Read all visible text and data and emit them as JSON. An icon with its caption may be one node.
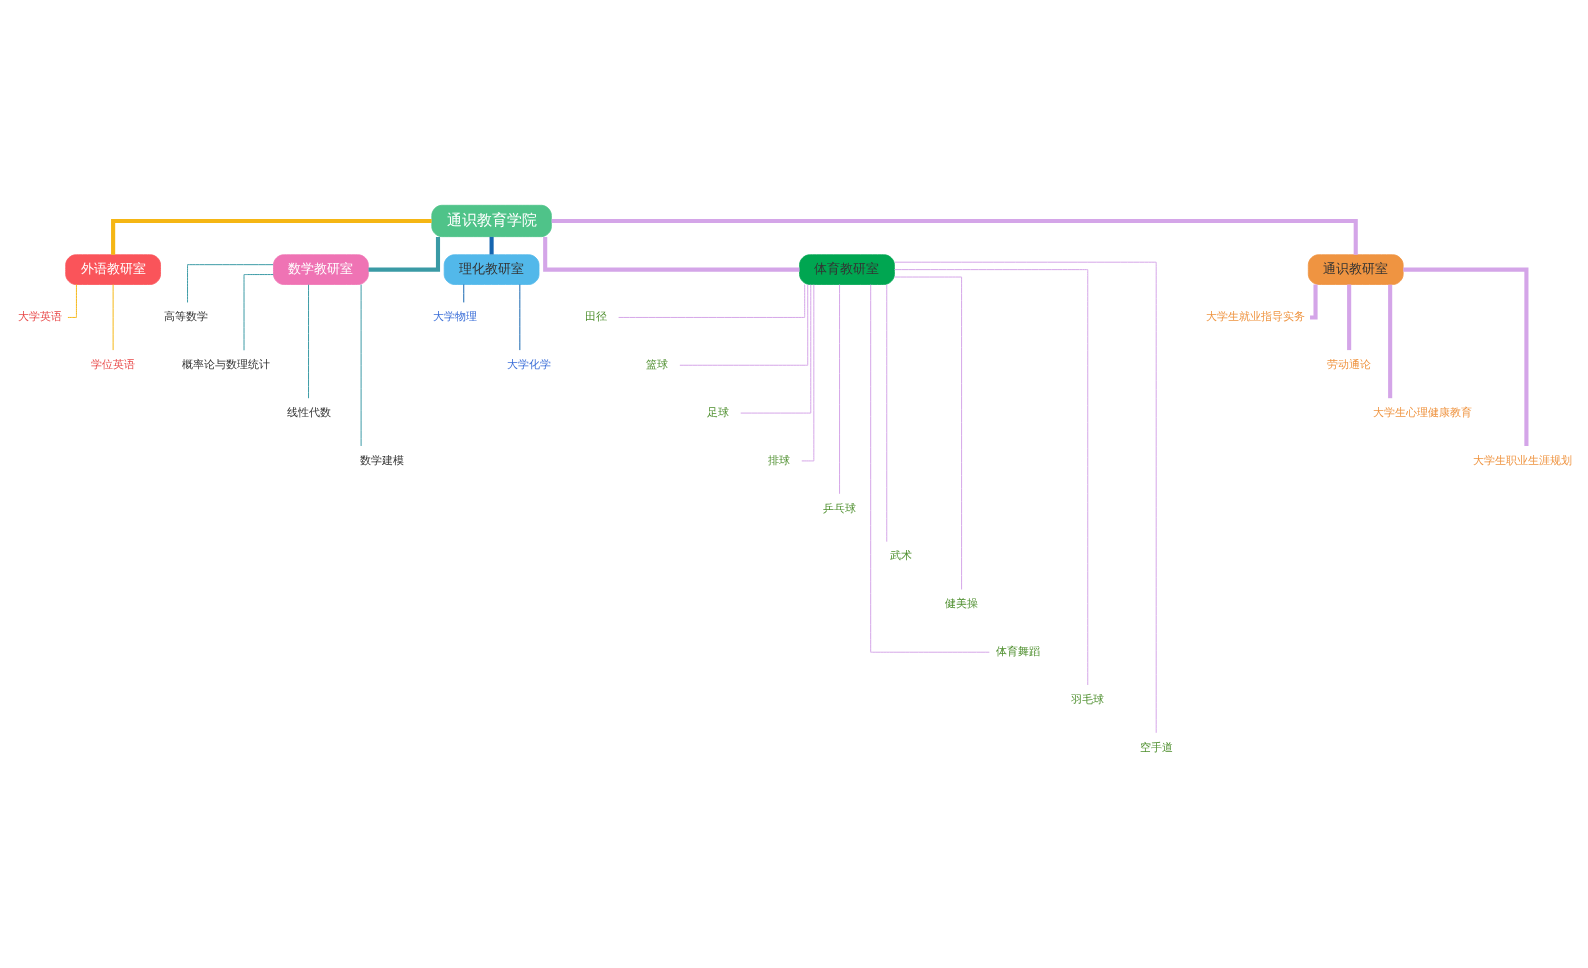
{
  "diagram": {
    "nodes": [
      {
        "text": [
          "通识教育学院"
        ]
      },
      {
        "text": [
          "外语教研室"
        ]
      },
      {
        "text": [
          "数学教研室"
        ]
      },
      {
        "text": [
          "理化教研室"
        ]
      },
      {
        "text": [
          "体育教研室"
        ]
      },
      {
        "text": [
          "通识教研室"
        ]
      },
      {
        "text": [
          "大学英语"
        ]
      },
      {
        "text": [
          "学位英语"
        ]
      },
      {
        "text": [
          "高等数学"
        ]
      },
      {
        "text": [
          "概率论与数理统计"
        ]
      },
      {
        "text": [
          "线性代数"
        ]
      },
      {
        "text": [
          "数学建模"
        ]
      },
      {
        "text": [
          "大学物理"
        ]
      },
      {
        "text": [
          "大学化学"
        ]
      },
      {
        "text": [
          "田径"
        ]
      },
      {
        "text": [
          "篮球"
        ]
      },
      {
        "text": [
          "足球"
        ]
      },
      {
        "text": [
          "排球"
        ]
      },
      {
        "text": [
          "乒乓球"
        ]
      },
      {
        "text": [
          "武术"
        ]
      },
      {
        "text": [
          "健美操"
        ]
      },
      {
        "text": [
          "体育舞蹈"
        ]
      },
      {
        "text": [
          "羽毛球"
        ]
      },
      {
        "text": [
          "空手道"
        ]
      },
      {
        "text": [
          "大学生就业指导实务"
        ]
      },
      {
        "text": [
          "劳动通论"
        ]
      },
      {
        "text": [
          "大学生心理健康教育"
        ]
      },
      {
        "text": [
          "大学生职业生涯规划"
        ]
      }
    ],
    "edges": [
      {
        "from": 0,
        "to": 1,
        "arrow": "none",
        "style": "thick",
        "color": "#f5b614"
      },
      {
        "from": 0,
        "to": 2,
        "arrow": "none",
        "style": "thick",
        "color": "#3a9aa5"
      },
      {
        "from": 0,
        "to": 3,
        "arrow": "none",
        "style": "thick",
        "color": "#1565b0"
      },
      {
        "from": 0,
        "to": 4,
        "arrow": "none",
        "style": "thick",
        "color": "#d4a5e8"
      },
      {
        "from": 0,
        "to": 5,
        "arrow": "none",
        "style": "thick",
        "color": "#d4a5e8"
      },
      {
        "from": 1,
        "to": 6,
        "arrow": "none",
        "color": "#f5b614"
      },
      {
        "from": 1,
        "to": 7,
        "arrow": "none",
        "color": "#f5b614"
      },
      {
        "from": 2,
        "to": 8,
        "arrow": "none",
        "color": "#3a9aa5"
      },
      {
        "from": 2,
        "to": 9,
        "arrow": "none",
        "color": "#3a9aa5"
      },
      {
        "from": 2,
        "to": 10,
        "arrow": "none",
        "color": "#3a9aa5"
      },
      {
        "from": 2,
        "to": 11,
        "arrow": "none",
        "color": "#3a9aa5"
      },
      {
        "from": 3,
        "to": 12,
        "arrow": "none",
        "color": "#1565b0"
      },
      {
        "from": 3,
        "to": 13,
        "arrow": "none",
        "color": "#1565b0"
      },
      {
        "from": 4,
        "to": 14,
        "arrow": "none",
        "color": "#d4a5e8"
      },
      {
        "from": 4,
        "to": 15,
        "arrow": "none",
        "color": "#d4a5e8"
      },
      {
        "from": 4,
        "to": 16,
        "arrow": "none",
        "color": "#d4a5e8"
      },
      {
        "from": 4,
        "to": 17,
        "arrow": "none",
        "color": "#d4a5e8"
      },
      {
        "from": 4,
        "to": 18,
        "arrow": "none",
        "color": "#d4a5e8"
      },
      {
        "from": 4,
        "to": 19,
        "arrow": "none",
        "color": "#d4a5e8"
      },
      {
        "from": 4,
        "to": 20,
        "arrow": "none",
        "color": "#d4a5e8"
      },
      {
        "from": 4,
        "to": 21,
        "arrow": "none",
        "color": "#d4a5e8"
      },
      {
        "from": 4,
        "to": 22,
        "arrow": "none",
        "color": "#d4a5e8"
      },
      {
        "from": 4,
        "to": 23,
        "arrow": "none",
        "color": "#d4a5e8"
      },
      {
        "from": 5,
        "to": 24,
        "arrow": "none",
        "style": "thick",
        "color": "#d4a5e8"
      },
      {
        "from": 5,
        "to": 25,
        "arrow": "none",
        "style": "thick",
        "color": "#d4a5e8"
      },
      {
        "from": 5,
        "to": 26,
        "arrow": "none",
        "style": "thick",
        "color": "#d4a5e8"
      },
      {
        "from": 5,
        "to": 27,
        "arrow": "none",
        "style": "thick",
        "color": "#d4a5e8"
      }
    ]
  }
}
